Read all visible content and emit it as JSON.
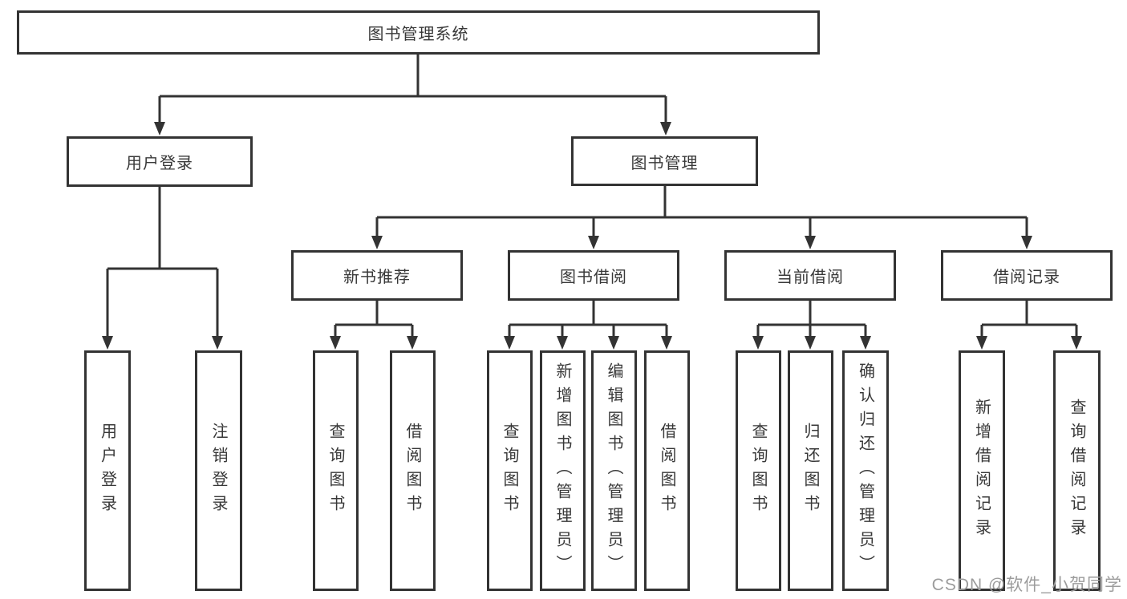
{
  "tree": {
    "root": "图书管理系统",
    "children": [
      {
        "label": "用户登录",
        "children": [
          {
            "label": "用户登录"
          },
          {
            "label": "注销登录"
          }
        ]
      },
      {
        "label": "图书管理",
        "children": [
          {
            "label": "新书推荐",
            "children": [
              {
                "label": "查询图书"
              },
              {
                "label": "借阅图书"
              }
            ]
          },
          {
            "label": "图书借阅",
            "children": [
              {
                "label": "查询图书"
              },
              {
                "label": "新增图书（管理员）"
              },
              {
                "label": "编辑图书（管理员）"
              },
              {
                "label": "借阅图书"
              }
            ]
          },
          {
            "label": "当前借阅",
            "children": [
              {
                "label": "查询图书"
              },
              {
                "label": "归还图书"
              },
              {
                "label": "确认归还（管理员）"
              }
            ]
          },
          {
            "label": "借阅记录",
            "children": [
              {
                "label": "新增借阅记录"
              },
              {
                "label": "查询借阅记录"
              }
            ]
          }
        ]
      }
    ]
  },
  "watermark": {
    "text": "CSDN @软件_小贺同学"
  },
  "colors": {
    "line": "#333333",
    "text": "#383838",
    "watermark": "#9c9c9c",
    "background": "#ffffff"
  }
}
